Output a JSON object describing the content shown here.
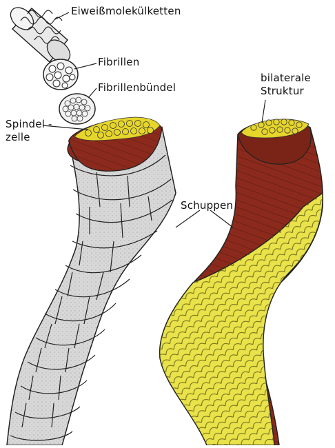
{
  "labels": {
    "protein_chains": "Eiweißmolekülketten",
    "fibrils": "Fibrillen",
    "fibril_bundles": "Fibrillenbündel",
    "spindle_cell_line1": "Spindel -",
    "spindle_cell_line2": "zelle",
    "bilateral_line1": "bilaterale",
    "bilateral_line2": "Struktur",
    "scales": "Schuppen"
  },
  "colors": {
    "cortex": "#8b2a1c",
    "cortex_dark": "#5e1a10",
    "cuticle_gray": "#d9d9d9",
    "scales_yellow": "#e9e24a",
    "cell_yellow": "#e6d52a",
    "ink": "#1a1a1a"
  }
}
